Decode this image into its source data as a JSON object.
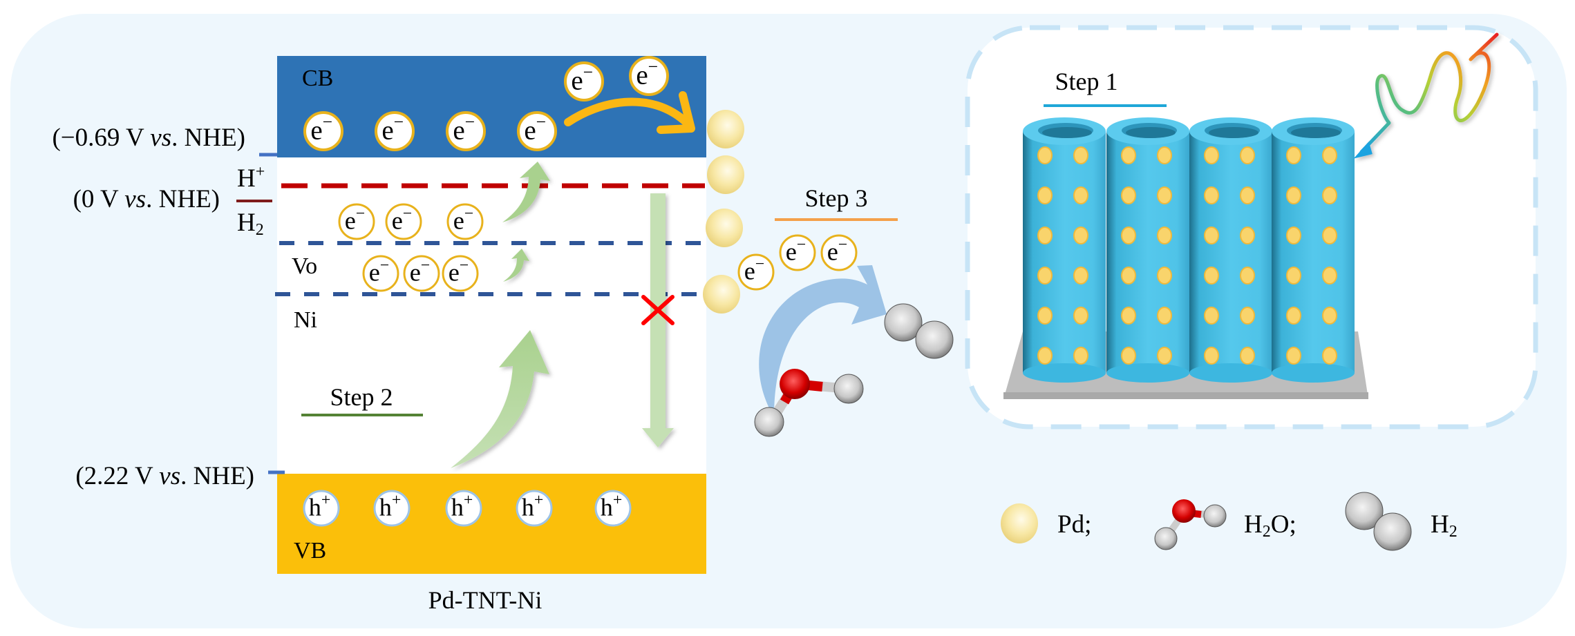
{
  "figure": {
    "band_diagram": {
      "material_label": "Pd-TNT-Ni",
      "cb_label": "CB",
      "vb_label": "VB",
      "vo_label": "Vo",
      "ni_label": "Ni",
      "electron_symbol": "e",
      "electron_charge": "−",
      "hole_symbol": "h",
      "hole_charge": "+",
      "potentials": {
        "cb": {
          "open": "(−0.69 V ",
          "vs": "vs",
          "close": ". NHE)"
        },
        "h_redox": {
          "open": "(0 V ",
          "vs": "vs",
          "close": ". NHE)",
          "top": "H",
          "top_sup": "+",
          "bottom": "H",
          "bottom_sub": "2"
        },
        "vb": {
          "open": "(2.22 V ",
          "vs": "vs",
          "close": ". NHE)"
        }
      },
      "counts": {
        "cb_electrons": 4,
        "cb_transfer_electrons": 2,
        "mid_electrons": 3,
        "vo_electrons": 3,
        "vb_holes": 5,
        "pd_particles": 4
      },
      "step2_label": "Step 2"
    },
    "reaction": {
      "step3_label": "Step 3",
      "transfer_electrons": 3
    },
    "nanotubes": {
      "step1_label": "Step 1",
      "tube_count": 4,
      "pd_rows": 6,
      "pd_cols": 2
    },
    "legend": [
      {
        "icon": "pd-sphere-icon",
        "label": "Pd",
        "sub": "",
        "tail": ";"
      },
      {
        "icon": "water-molecule-icon",
        "label": "H",
        "sub": "2",
        "tail": "O;"
      },
      {
        "icon": "hydrogen-molecule-icon",
        "label": "H",
        "sub": "2",
        "tail": ""
      }
    ],
    "colors": {
      "background_panel": "#eef7fd",
      "cb_blue": "#2e73b5",
      "vb_yellow": "#fbbf0a",
      "redox_red": "#c00000",
      "level_blue": "#2f5597",
      "arrow_green": "#a9d18e",
      "arrow_orange": "#fbb713",
      "arrow_blue": "#9dc3e6",
      "step1_line": "#1fa7d8",
      "step2_line": "#548235",
      "step3_line": "#f4a04a",
      "tube_cyan": "#4bc5e8",
      "pd_gold": "#f9d46c"
    }
  }
}
